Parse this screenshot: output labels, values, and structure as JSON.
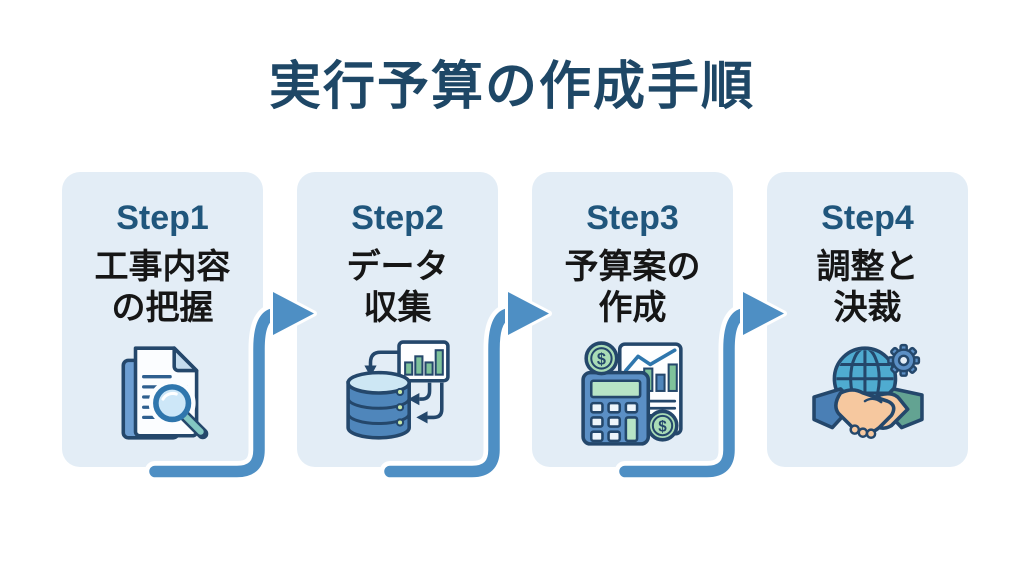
{
  "title": "実行予算の作成手順",
  "colors": {
    "arrow": "#4e8fc4",
    "card_bg": "#e3edf6",
    "title_text": "#1e4766",
    "step_text": "#20567c",
    "body_text": "#161616"
  },
  "icons": {
    "coin_symbol": "$"
  },
  "steps": [
    {
      "label": "Step1",
      "line1": "工事内容",
      "line2": "の把握",
      "icon": "documents-magnifier-icon"
    },
    {
      "label": "Step2",
      "line1": "データ",
      "line2": "収集",
      "icon": "database-chart-icon"
    },
    {
      "label": "Step3",
      "line1": "予算案の",
      "line2": "作成",
      "icon": "calculator-budget-icon"
    },
    {
      "label": "Step4",
      "line1": "調整と",
      "line2": "決裁",
      "icon": "handshake-globe-icon"
    }
  ]
}
